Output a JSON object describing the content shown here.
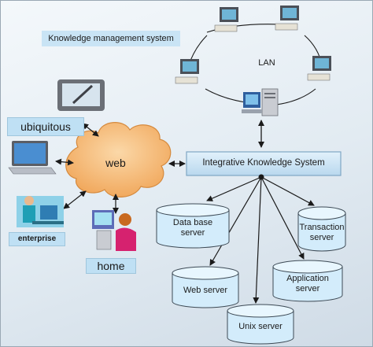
{
  "title": "Knowledge management system",
  "lan": "LAN",
  "cloud": "web",
  "hub": "Integrative Knowledge System",
  "clients": {
    "ubiquitous": "ubiquitous",
    "enterprise": "enterprise",
    "home": "home"
  },
  "servers": [
    {
      "line1": "Data base",
      "line2": "server"
    },
    {
      "line1": "Transaction",
      "line2": "server"
    },
    {
      "line1": "Web server",
      "line2": ""
    },
    {
      "line1": "Application",
      "line2": "server"
    },
    {
      "line1": "Unix server",
      "line2": ""
    }
  ],
  "colors": {
    "cylinder": "#d3ecfb",
    "hub_box": "#cce3f3",
    "label_box": "#bfe0f4",
    "cloud": "#f6c187",
    "line": "#1a1a1a"
  },
  "icons": [
    "pen-tablet-icon",
    "laptop-icon",
    "office-worker-icon",
    "home-user-icon",
    "lan-computer-icon",
    "server-tower-icon"
  ]
}
